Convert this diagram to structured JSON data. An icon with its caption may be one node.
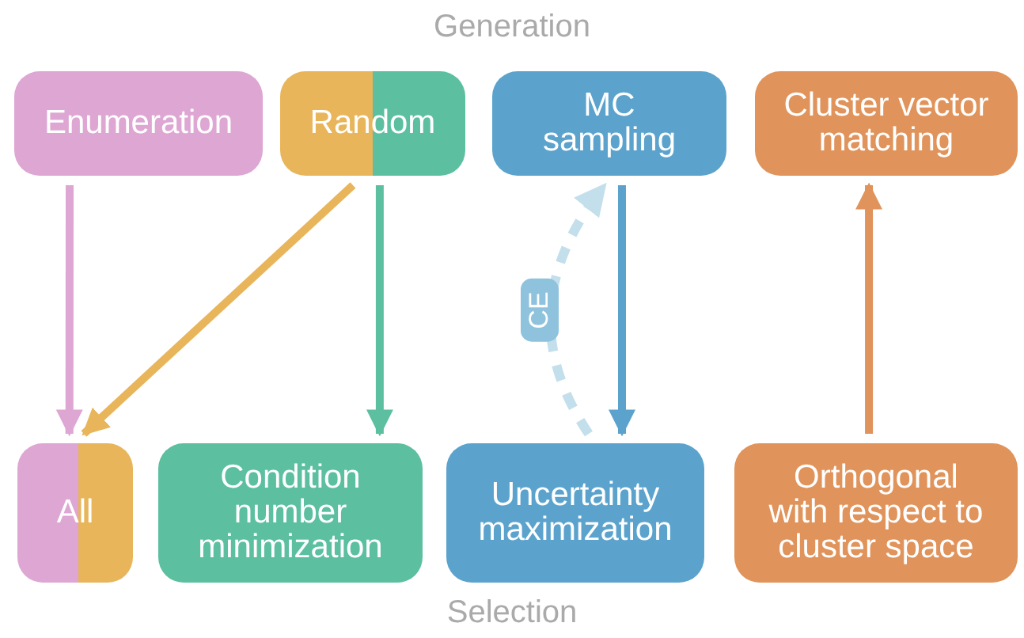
{
  "diagram": {
    "title": "Generation",
    "caption": "Selection",
    "nodes": [
      {
        "text": [
          "Enumeration"
        ]
      },
      {
        "text": [
          "Random"
        ]
      },
      {
        "text": [
          "MC sampling"
        ]
      },
      {
        "text": [
          "Cluster vector matching"
        ]
      },
      {
        "text": [
          "All"
        ]
      },
      {
        "text": [
          "Condition number minimization"
        ]
      },
      {
        "text": [
          "Uncertainty maximization"
        ]
      },
      {
        "text": [
          "Orthogonal with respect to cluster space"
        ]
      }
    ],
    "edges": [
      {
        "from": 0,
        "to": 4,
        "arrow": "to",
        "color": "#dea6d3"
      },
      {
        "from": 1,
        "to": 4,
        "arrow": "to",
        "color": "#e8b55a"
      },
      {
        "from": 1,
        "to": 5,
        "arrow": "to",
        "color": "#5bbfa0"
      },
      {
        "from": 2,
        "to": 6,
        "arrow": "to",
        "color": "#5ba3cd"
      },
      {
        "from": 6,
        "to": 2,
        "arrow": "to",
        "label": "CE",
        "style": "dashed",
        "color": "#c3dfec"
      },
      {
        "from": 7,
        "to": 3,
        "arrow": "to",
        "color": "#e0935a"
      }
    ]
  }
}
